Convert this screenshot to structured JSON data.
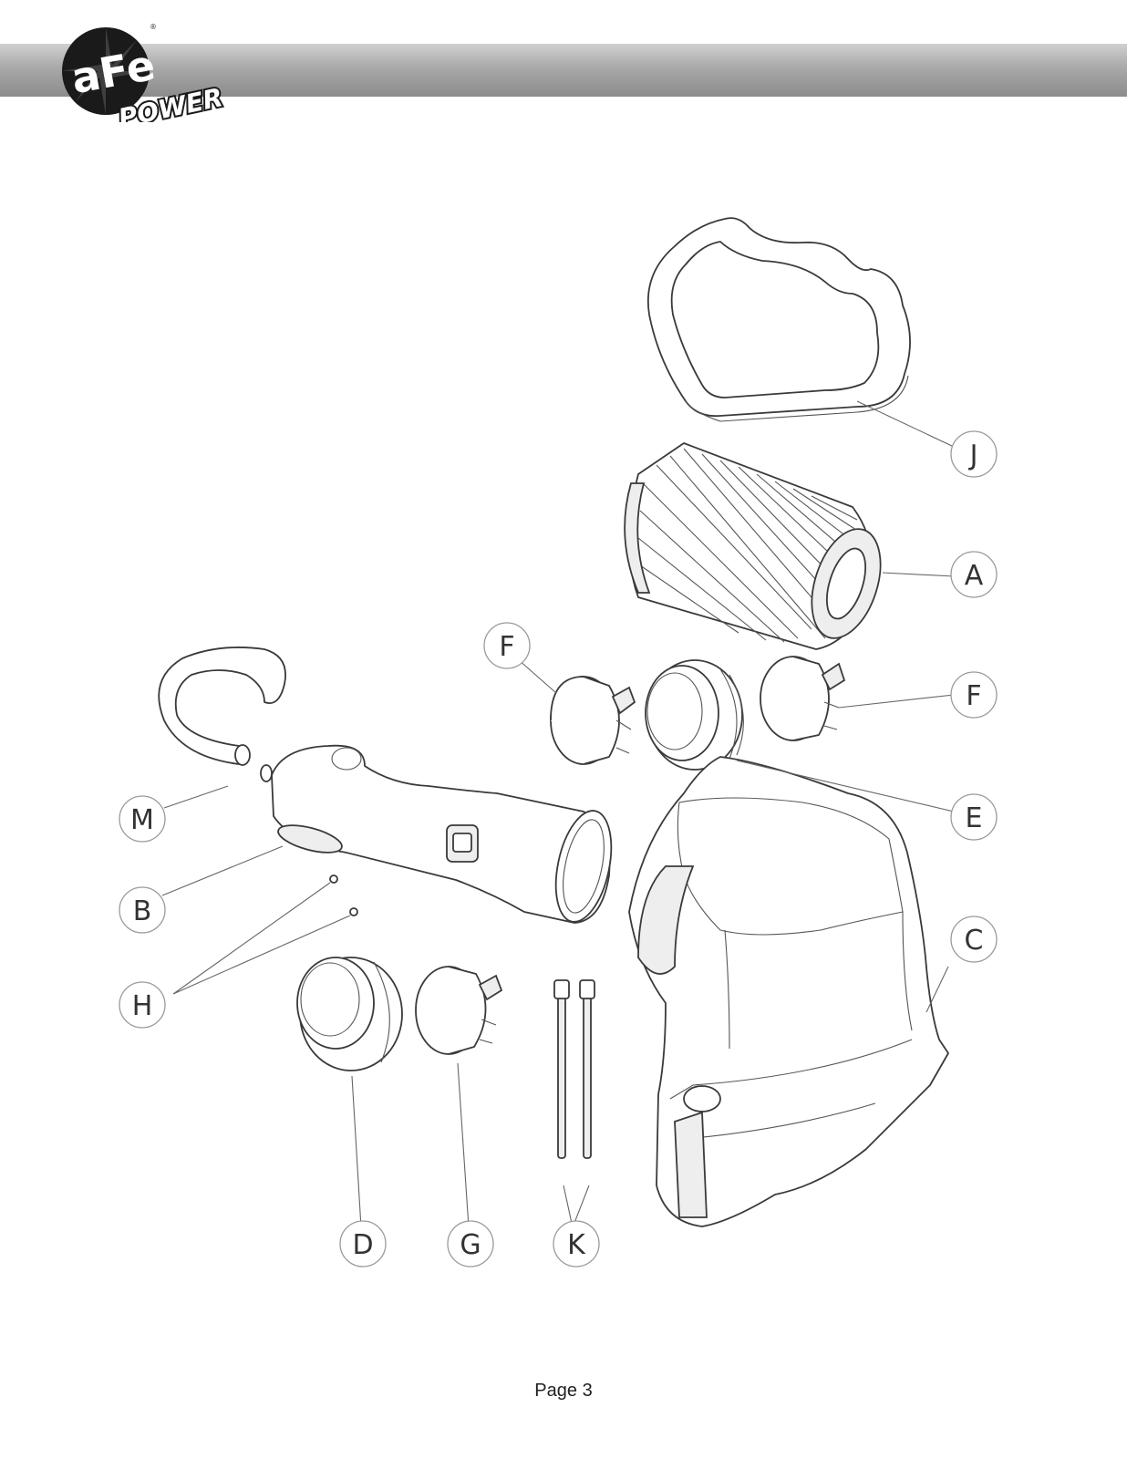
{
  "header": {
    "brand_colors": {
      "band": "#a0a0a0",
      "logo_dark": "#1a1a1a",
      "logo_light": "#ffffff"
    },
    "logo_icon": "afe-power-logo"
  },
  "diagram": {
    "callouts": [
      "J",
      "A",
      "F",
      "F",
      "E",
      "M",
      "B",
      "C",
      "H",
      "D",
      "G",
      "K"
    ]
  },
  "footer": {
    "page_label": "Page 3"
  }
}
